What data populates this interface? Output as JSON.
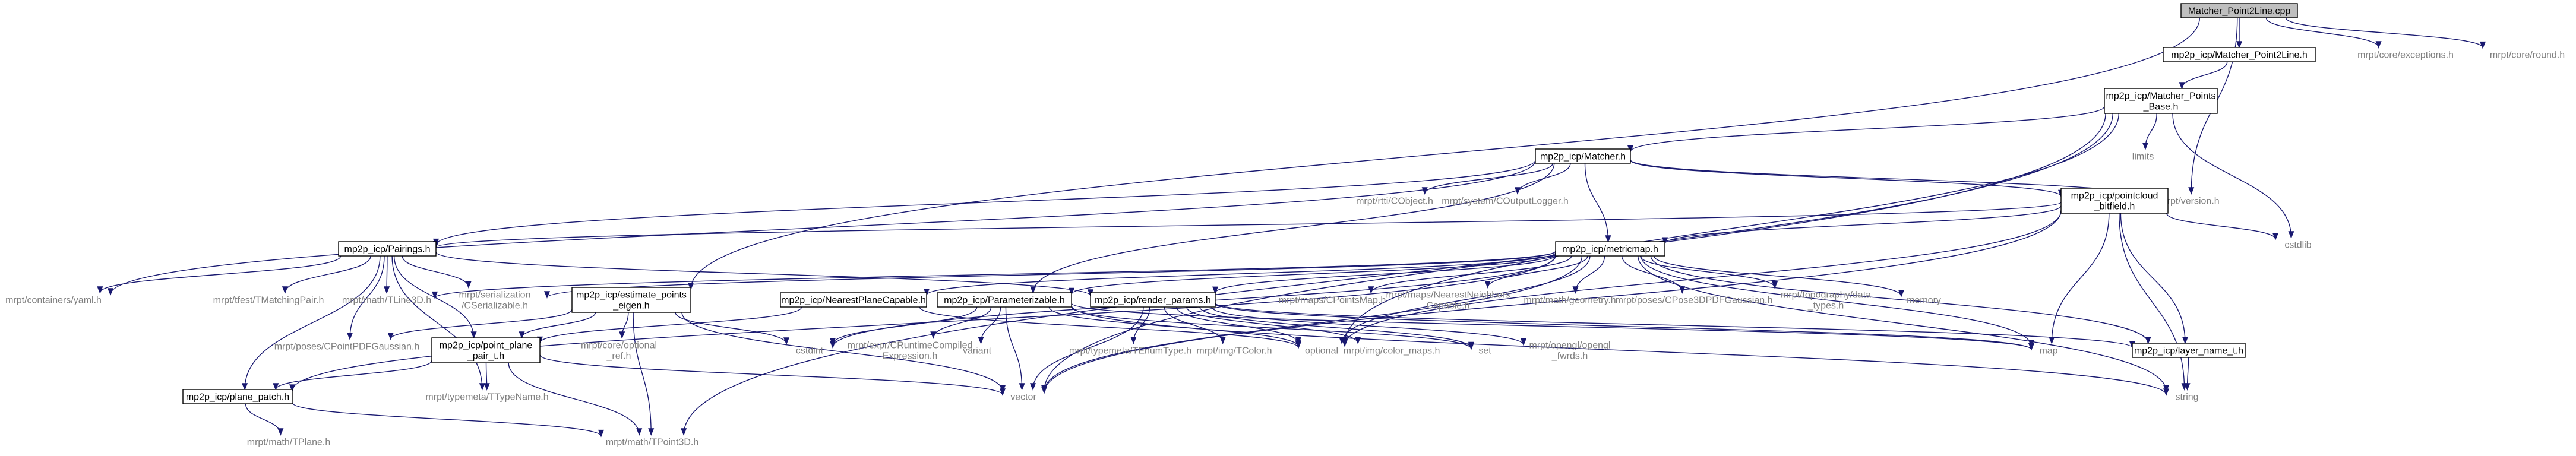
{
  "diagram": {
    "title": "Matcher_Point2Line.cpp",
    "colors": {
      "edge": "#191970",
      "node_border": "#000000",
      "root_fill": "#bfbfbf",
      "node_fill": "#ffffff",
      "plain_text": "#7f7f7f"
    },
    "nodes": [
      {
        "id": "root",
        "label": [
          "Matcher_Point2Line.cpp"
        ],
        "kind": "root"
      },
      {
        "id": "matcher_point2line_h",
        "label": [
          "mp2p_icp/Matcher_Point2Line.h"
        ],
        "kind": "box"
      },
      {
        "id": "core_exceptions",
        "label": [
          "mrpt/core/exceptions.h"
        ],
        "kind": "plain"
      },
      {
        "id": "core_round",
        "label": [
          "mrpt/core/round.h"
        ],
        "kind": "plain"
      },
      {
        "id": "matcher_points_base",
        "label": [
          "mp2p_icp/Matcher_Points",
          "_Base.h"
        ],
        "kind": "box"
      },
      {
        "id": "limits",
        "label": [
          "limits"
        ],
        "kind": "plain"
      },
      {
        "id": "matcher_h",
        "label": [
          "mp2p_icp/Matcher.h"
        ],
        "kind": "box"
      },
      {
        "id": "version_h",
        "label": [
          "mrpt/version.h"
        ],
        "kind": "plain"
      },
      {
        "id": "pointcloud_bitfield",
        "label": [
          "mp2p_icp/pointcloud",
          "_bitfield.h"
        ],
        "kind": "box"
      },
      {
        "id": "cstdlib",
        "label": [
          "cstdlib"
        ],
        "kind": "plain"
      },
      {
        "id": "cobject",
        "label": [
          "mrpt/rtti/CObject.h"
        ],
        "kind": "plain"
      },
      {
        "id": "coutputlogger",
        "label": [
          "mrpt/system/COutputLogger.h"
        ],
        "kind": "plain"
      },
      {
        "id": "pairings_h",
        "label": [
          "mp2p_icp/Pairings.h"
        ],
        "kind": "box"
      },
      {
        "id": "metricmap_h",
        "label": [
          "mp2p_icp/metricmap.h"
        ],
        "kind": "box"
      },
      {
        "id": "containers_yaml",
        "label": [
          "mrpt/containers/yaml.h"
        ],
        "kind": "plain"
      },
      {
        "id": "ttmatchingpair",
        "label": [
          "mrpt/tfest/TMatchingPair.h"
        ],
        "kind": "plain"
      },
      {
        "id": "tline3d",
        "label": [
          "mrpt/math/TLine3D.h"
        ],
        "kind": "plain"
      },
      {
        "id": "cserializable",
        "label": [
          "mrpt/serialization",
          "/CSerializable.h"
        ],
        "kind": "plain"
      },
      {
        "id": "estimate_points_eigen",
        "label": [
          "mp2p_icp/estimate_points",
          "_eigen.h"
        ],
        "kind": "box"
      },
      {
        "id": "nearestplanecapable",
        "label": [
          "mp2p_icp/NearestPlaneCapable.h"
        ],
        "kind": "box"
      },
      {
        "id": "parameterizable",
        "label": [
          "mp2p_icp/Parameterizable.h"
        ],
        "kind": "box"
      },
      {
        "id": "render_params",
        "label": [
          "mp2p_icp/render_params.h"
        ],
        "kind": "box"
      },
      {
        "id": "cpointsmap",
        "label": [
          "mrpt/maps/CPointsMap.h"
        ],
        "kind": "plain"
      },
      {
        "id": "nearestneighbors",
        "label": [
          "mrpt/maps/NearestNeighbors",
          "Capable.h"
        ],
        "kind": "plain"
      },
      {
        "id": "math_geometry",
        "label": [
          "mrpt/math/geometry.h"
        ],
        "kind": "plain"
      },
      {
        "id": "cpose3dpdfgaussian",
        "label": [
          "mrpt/poses/CPose3DPDFGaussian.h"
        ],
        "kind": "plain"
      },
      {
        "id": "topography_datatypes",
        "label": [
          "mrpt/topography/data",
          "_types.h"
        ],
        "kind": "plain"
      },
      {
        "id": "memory",
        "label": [
          "memory"
        ],
        "kind": "plain"
      },
      {
        "id": "cpointpdfgaussian",
        "label": [
          "mrpt/poses/CPointPDFGaussian.h"
        ],
        "kind": "plain"
      },
      {
        "id": "point_plane_pair",
        "label": [
          "mp2p_icp/point_plane",
          "_pair_t.h"
        ],
        "kind": "box"
      },
      {
        "id": "core_optional_ref",
        "label": [
          "mrpt/core/optional",
          "_ref.h"
        ],
        "kind": "plain"
      },
      {
        "id": "cstdint",
        "label": [
          "cstdint"
        ],
        "kind": "plain"
      },
      {
        "id": "cruntimecompiled",
        "label": [
          "mrpt/expr/CRuntimeCompiled",
          "Expression.h"
        ],
        "kind": "plain"
      },
      {
        "id": "variant",
        "label": [
          "variant"
        ],
        "kind": "plain"
      },
      {
        "id": "tenumtype",
        "label": [
          "mrpt/typemeta/TEnumType.h"
        ],
        "kind": "plain"
      },
      {
        "id": "tcolor",
        "label": [
          "mrpt/img/TColor.h"
        ],
        "kind": "plain"
      },
      {
        "id": "optional",
        "label": [
          "optional"
        ],
        "kind": "plain"
      },
      {
        "id": "color_maps",
        "label": [
          "mrpt/img/color_maps.h"
        ],
        "kind": "plain"
      },
      {
        "id": "set",
        "label": [
          "set"
        ],
        "kind": "plain"
      },
      {
        "id": "opengl_fwrds",
        "label": [
          "mrpt/opengl/opengl",
          "_fwrds.h"
        ],
        "kind": "plain"
      },
      {
        "id": "map",
        "label": [
          "map"
        ],
        "kind": "plain"
      },
      {
        "id": "layer_name",
        "label": [
          "mp2p_icp/layer_name_t.h"
        ],
        "kind": "box"
      },
      {
        "id": "plane_patch",
        "label": [
          "mp2p_icp/plane_patch.h"
        ],
        "kind": "box"
      },
      {
        "id": "ttypename",
        "label": [
          "mrpt/typemeta/TTypeName.h"
        ],
        "kind": "plain"
      },
      {
        "id": "vector",
        "label": [
          "vector"
        ],
        "kind": "plain"
      },
      {
        "id": "string",
        "label": [
          "string"
        ],
        "kind": "plain"
      },
      {
        "id": "tplane",
        "label": [
          "mrpt/math/TPlane.h"
        ],
        "kind": "plain"
      },
      {
        "id": "tpoint3d",
        "label": [
          "mrpt/math/TPoint3D.h"
        ],
        "kind": "plain"
      }
    ],
    "edges": [
      [
        "root",
        "matcher_point2line_h"
      ],
      [
        "root",
        "core_exceptions"
      ],
      [
        "root",
        "core_round"
      ],
      [
        "root",
        "version_h"
      ],
      [
        "root",
        "estimate_points_eigen"
      ],
      [
        "matcher_point2line_h",
        "matcher_points_base"
      ],
      [
        "matcher_points_base",
        "limits"
      ],
      [
        "matcher_points_base",
        "matcher_h"
      ],
      [
        "matcher_points_base",
        "cstdlib"
      ],
      [
        "matcher_points_base",
        "vector"
      ],
      [
        "matcher_points_base",
        "tpoint3d"
      ],
      [
        "matcher_points_base",
        "optional"
      ],
      [
        "matcher_h",
        "version_h"
      ],
      [
        "matcher_h",
        "pointcloud_bitfield"
      ],
      [
        "matcher_h",
        "cobject"
      ],
      [
        "matcher_h",
        "coutputlogger"
      ],
      [
        "matcher_h",
        "pairings_h"
      ],
      [
        "matcher_h",
        "metricmap_h"
      ],
      [
        "matcher_h",
        "containers_yaml"
      ],
      [
        "matcher_h",
        "parameterizable"
      ],
      [
        "pointcloud_bitfield",
        "metricmap_h"
      ],
      [
        "pointcloud_bitfield",
        "cstdlib"
      ],
      [
        "pointcloud_bitfield",
        "pairings_h"
      ],
      [
        "pointcloud_bitfield",
        "map"
      ],
      [
        "pointcloud_bitfield",
        "vector"
      ],
      [
        "pointcloud_bitfield",
        "optional"
      ],
      [
        "pointcloud_bitfield",
        "layer_name"
      ],
      [
        "pointcloud_bitfield",
        "string"
      ],
      [
        "pairings_h",
        "containers_yaml"
      ],
      [
        "pairings_h",
        "ttmatchingpair"
      ],
      [
        "pairings_h",
        "tline3d"
      ],
      [
        "pairings_h",
        "cserializable"
      ],
      [
        "pairings_h",
        "point_plane_pair"
      ],
      [
        "pairings_h",
        "plane_patch"
      ],
      [
        "pairings_h",
        "ttypename"
      ],
      [
        "pairings_h",
        "render_params"
      ],
      [
        "pairings_h",
        "cpointpdfgaussian"
      ],
      [
        "metricmap_h",
        "nearestplanecapable"
      ],
      [
        "metricmap_h",
        "parameterizable"
      ],
      [
        "metricmap_h",
        "render_params"
      ],
      [
        "metricmap_h",
        "cpointsmap"
      ],
      [
        "metricmap_h",
        "nearestneighbors"
      ],
      [
        "metricmap_h",
        "math_geometry"
      ],
      [
        "metricmap_h",
        "cpose3dpdfgaussian"
      ],
      [
        "metricmap_h",
        "topography_datatypes"
      ],
      [
        "metricmap_h",
        "memory"
      ],
      [
        "metricmap_h",
        "cserializable"
      ],
      [
        "metricmap_h",
        "cstdint"
      ],
      [
        "metricmap_h",
        "map"
      ],
      [
        "metricmap_h",
        "layer_name"
      ],
      [
        "metricmap_h",
        "string"
      ],
      [
        "metricmap_h",
        "optional"
      ],
      [
        "metricmap_h",
        "tline3d"
      ],
      [
        "metricmap_h",
        "plane_patch"
      ],
      [
        "metricmap_h",
        "vector"
      ],
      [
        "estimate_points_eigen",
        "cpointpdfgaussian"
      ],
      [
        "estimate_points_eigen",
        "point_plane_pair"
      ],
      [
        "estimate_points_eigen",
        "core_optional_ref"
      ],
      [
        "estimate_points_eigen",
        "cstdint"
      ],
      [
        "estimate_points_eigen",
        "vector"
      ],
      [
        "estimate_points_eigen",
        "tpoint3d"
      ],
      [
        "nearestplanecapable",
        "point_plane_pair"
      ],
      [
        "nearestplanecapable",
        "optional"
      ],
      [
        "parameterizable",
        "cstdint"
      ],
      [
        "parameterizable",
        "cruntimecompiled"
      ],
      [
        "parameterizable",
        "variant"
      ],
      [
        "parameterizable",
        "vector"
      ],
      [
        "parameterizable",
        "string"
      ],
      [
        "parameterizable",
        "optional"
      ],
      [
        "parameterizable",
        "set"
      ],
      [
        "parameterizable",
        "map"
      ],
      [
        "render_params",
        "tenumtype"
      ],
      [
        "render_params",
        "tcolor"
      ],
      [
        "render_params",
        "optional"
      ],
      [
        "render_params",
        "color_maps"
      ],
      [
        "render_params",
        "set"
      ],
      [
        "render_params",
        "opengl_fwrds"
      ],
      [
        "render_params",
        "map"
      ],
      [
        "render_params",
        "layer_name"
      ],
      [
        "render_params",
        "vector"
      ],
      [
        "point_plane_pair",
        "plane_patch"
      ],
      [
        "point_plane_pair",
        "ttypename"
      ],
      [
        "point_plane_pair",
        "tpoint3d"
      ],
      [
        "point_plane_pair",
        "vector"
      ],
      [
        "layer_name",
        "string"
      ],
      [
        "plane_patch",
        "tplane"
      ],
      [
        "plane_patch",
        "tpoint3d"
      ]
    ]
  }
}
